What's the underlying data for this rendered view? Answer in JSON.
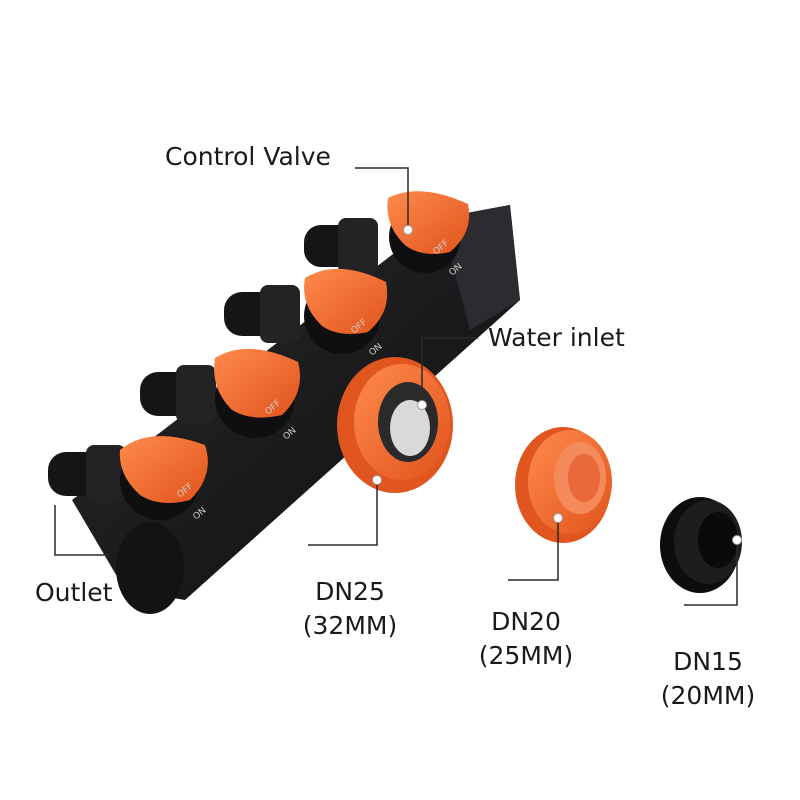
{
  "colors": {
    "body": "#1c1c1e",
    "body_shade": "#111113",
    "orange": "#f26a2c",
    "orange_dark": "#d4501a",
    "leader": "#2a2a2a",
    "dot": "#ffffff"
  },
  "valve": {
    "off_label": "OFF",
    "on_label": "ON"
  },
  "labels": {
    "control_valve": "Control Valve",
    "water_inlet": "Water inlet",
    "outlet": "Outlet",
    "dn25": "DN25",
    "dn25_mm": "(32MM)",
    "dn20": "DN20",
    "dn20_mm": "(25MM)",
    "dn15": "DN15",
    "dn15_mm": "(20MM)"
  }
}
